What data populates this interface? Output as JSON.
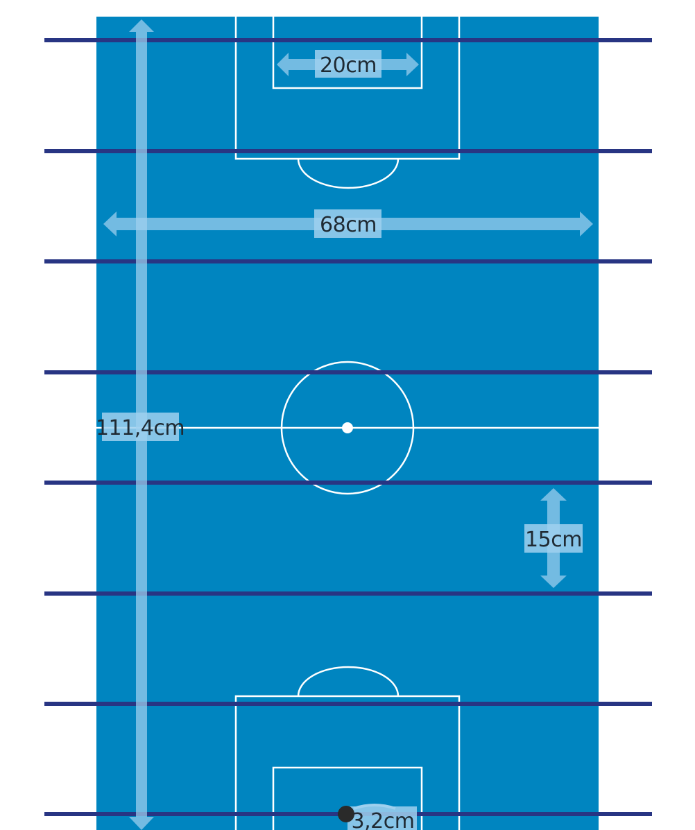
{
  "diagram": {
    "subject": "Table football field dimensions",
    "colors": {
      "field": "#0085c0",
      "rods": "#283583",
      "markings": "#ffffff",
      "dimension_arrows": "#8cc6e8",
      "label_box": "#8cc6e8",
      "label_text": "#1f2a33",
      "ball": "#2a2a2a"
    },
    "rod_count": 8,
    "labels": {
      "goal_width": "20cm",
      "field_width": "68cm",
      "field_length": "111,4cm",
      "rod_spacing": "15cm",
      "ball_size": "3,2cm"
    }
  }
}
